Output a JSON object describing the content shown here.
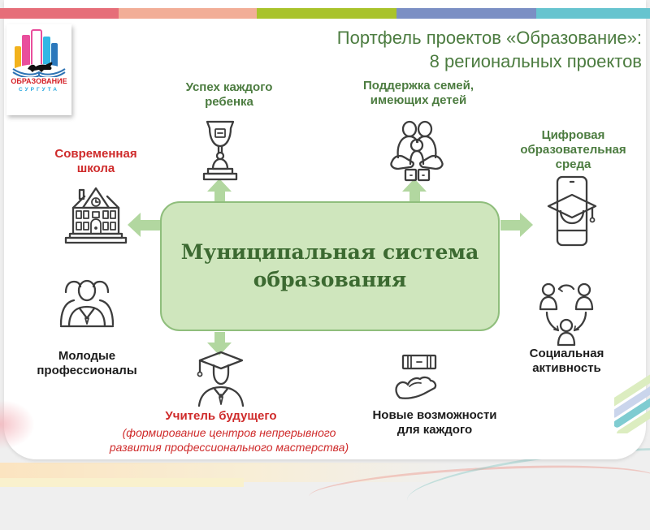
{
  "slide_title": "Портфель проектов «Образование»:\n8 региональных проектов",
  "logo": {
    "org": "ОБРАЗОВАНИЕ",
    "city": "СУРГУТА"
  },
  "center": {
    "label": "Муниципальная система\nобразования"
  },
  "projects": [
    {
      "id": "success",
      "label": "Успех каждого\nребенка",
      "color": "green",
      "icon": "trophy-icon"
    },
    {
      "id": "family-support",
      "label": "Поддержка семей,\nимеющих детей",
      "color": "green",
      "icon": "family-in-hands-icon"
    },
    {
      "id": "digital-environment",
      "label": "Цифровая\nобразовательная\nсреда",
      "color": "green",
      "icon": "smartphone-graduation-icon"
    },
    {
      "id": "modern-school",
      "label": "Современная\nшкола",
      "color": "red",
      "icon": "school-building-icon"
    },
    {
      "id": "young-professionals",
      "label": "Молодые\nпрофессионалы",
      "color": "black",
      "icon": "professionals-group-icon"
    },
    {
      "id": "future-teacher",
      "label": "Учитель будущего",
      "sublabel": "(формирование центров непрерывного\nразвития профессионального мастерства)",
      "color": "red",
      "icon": "graduate-teacher-icon"
    },
    {
      "id": "new-opportunities",
      "label": "Новые возможности\nдля каждого",
      "color": "black",
      "icon": "hand-with-book-icon"
    },
    {
      "id": "social-activity",
      "label": "Социальная\nактивность",
      "color": "black",
      "icon": "people-arrows-icon"
    }
  ],
  "colors": {
    "title_green": "#4c7c40",
    "hub_fill": "#cfe6bd",
    "hub_border": "#8fbe7c",
    "hub_text": "#3c6a31",
    "arrow_green": "#b2d7a0",
    "label_red": "#cf2b2b",
    "label_black": "#1c1c1c",
    "icon_stroke": "#3d3d3d",
    "stripe": [
      "#e66e79",
      "#f2ae97",
      "#a9c32b",
      "#7b8fc4",
      "#67c4cf"
    ]
  }
}
